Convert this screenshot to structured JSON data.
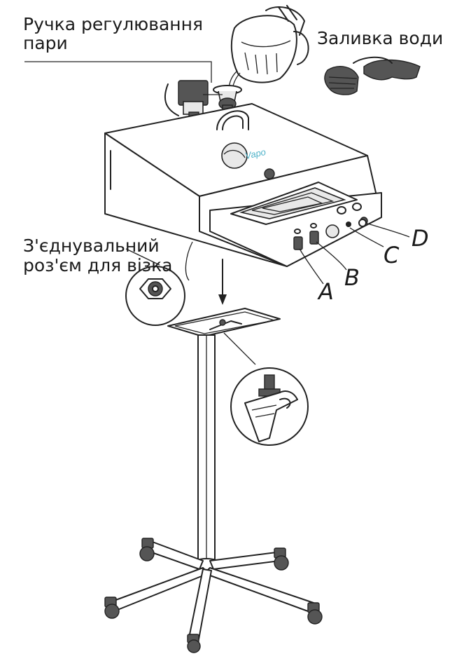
{
  "labels": {
    "steam_knob_line1": "Ручка регулювання",
    "steam_knob_line2": "пари",
    "water_fill": "Заливка води",
    "connector_line1": "З'єднувальний",
    "connector_line2": "роз'єм для візка"
  },
  "control_letters": {
    "a": "A",
    "b": "B",
    "c": "C",
    "d": "D"
  },
  "brand_text": "Vapo",
  "colors": {
    "line": "#222222",
    "brand_accent": "#4fb3c9",
    "background": "#ffffff"
  }
}
